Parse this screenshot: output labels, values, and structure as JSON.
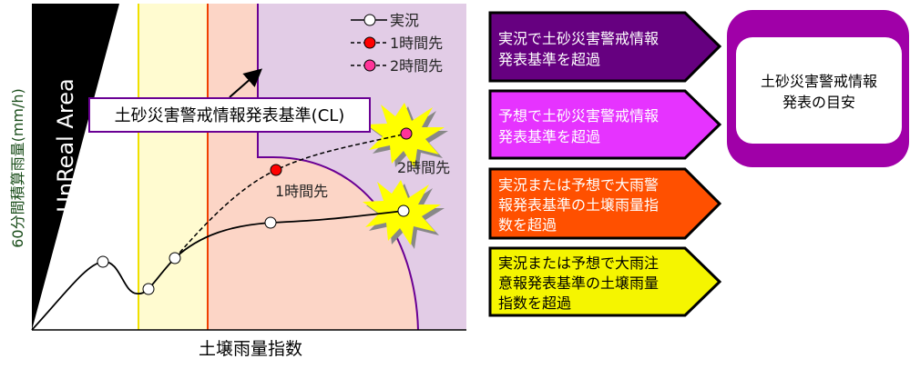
{
  "diagram": {
    "unreal_area": "UnReal Area",
    "y_axis_label": "60分間積算雨量(mm/h)",
    "x_axis_label": "土壌雨量指数",
    "cl_label": "土砂災害警戒情報発表基準(CL)",
    "legend": [
      {
        "label": "実況",
        "style": "solid",
        "marker_color": "#FFFFFF"
      },
      {
        "label": "1時間先",
        "style": "dashed",
        "marker_color": "#FF0000"
      },
      {
        "label": "2時間先",
        "style": "dashed",
        "marker_color": "#FF3399"
      }
    ],
    "point_labels": {
      "one_hour": "1時間先",
      "two_hour": "2時間先"
    }
  },
  "criteria": [
    {
      "line1": "実況で土砂災害警戒情報",
      "line2": "発表基準を超過",
      "line3": "",
      "color": "#660080",
      "text_color": "#FFFFFF"
    },
    {
      "line1": "予想で土砂災害警戒情報",
      "line2": "発表基準を超過",
      "line3": "",
      "color": "#E633FF",
      "text_color": "#FFFFFF"
    },
    {
      "line1": "実況または予想で大雨警",
      "line2": "報発表基準の土壌雨量指",
      "line3": "数を超過",
      "color": "#FF5000",
      "text_color": "#FFFFFF"
    },
    {
      "line1": "実況または予想で大雨注",
      "line2": "意報発表基準の土壌雨量",
      "line3": "指数を超過",
      "color": "#F5F500",
      "text_color": "#000000"
    }
  ],
  "target_box": {
    "line1": "土砂災害警戒情報",
    "line2": "発表の目安",
    "color": "#A000A8"
  }
}
